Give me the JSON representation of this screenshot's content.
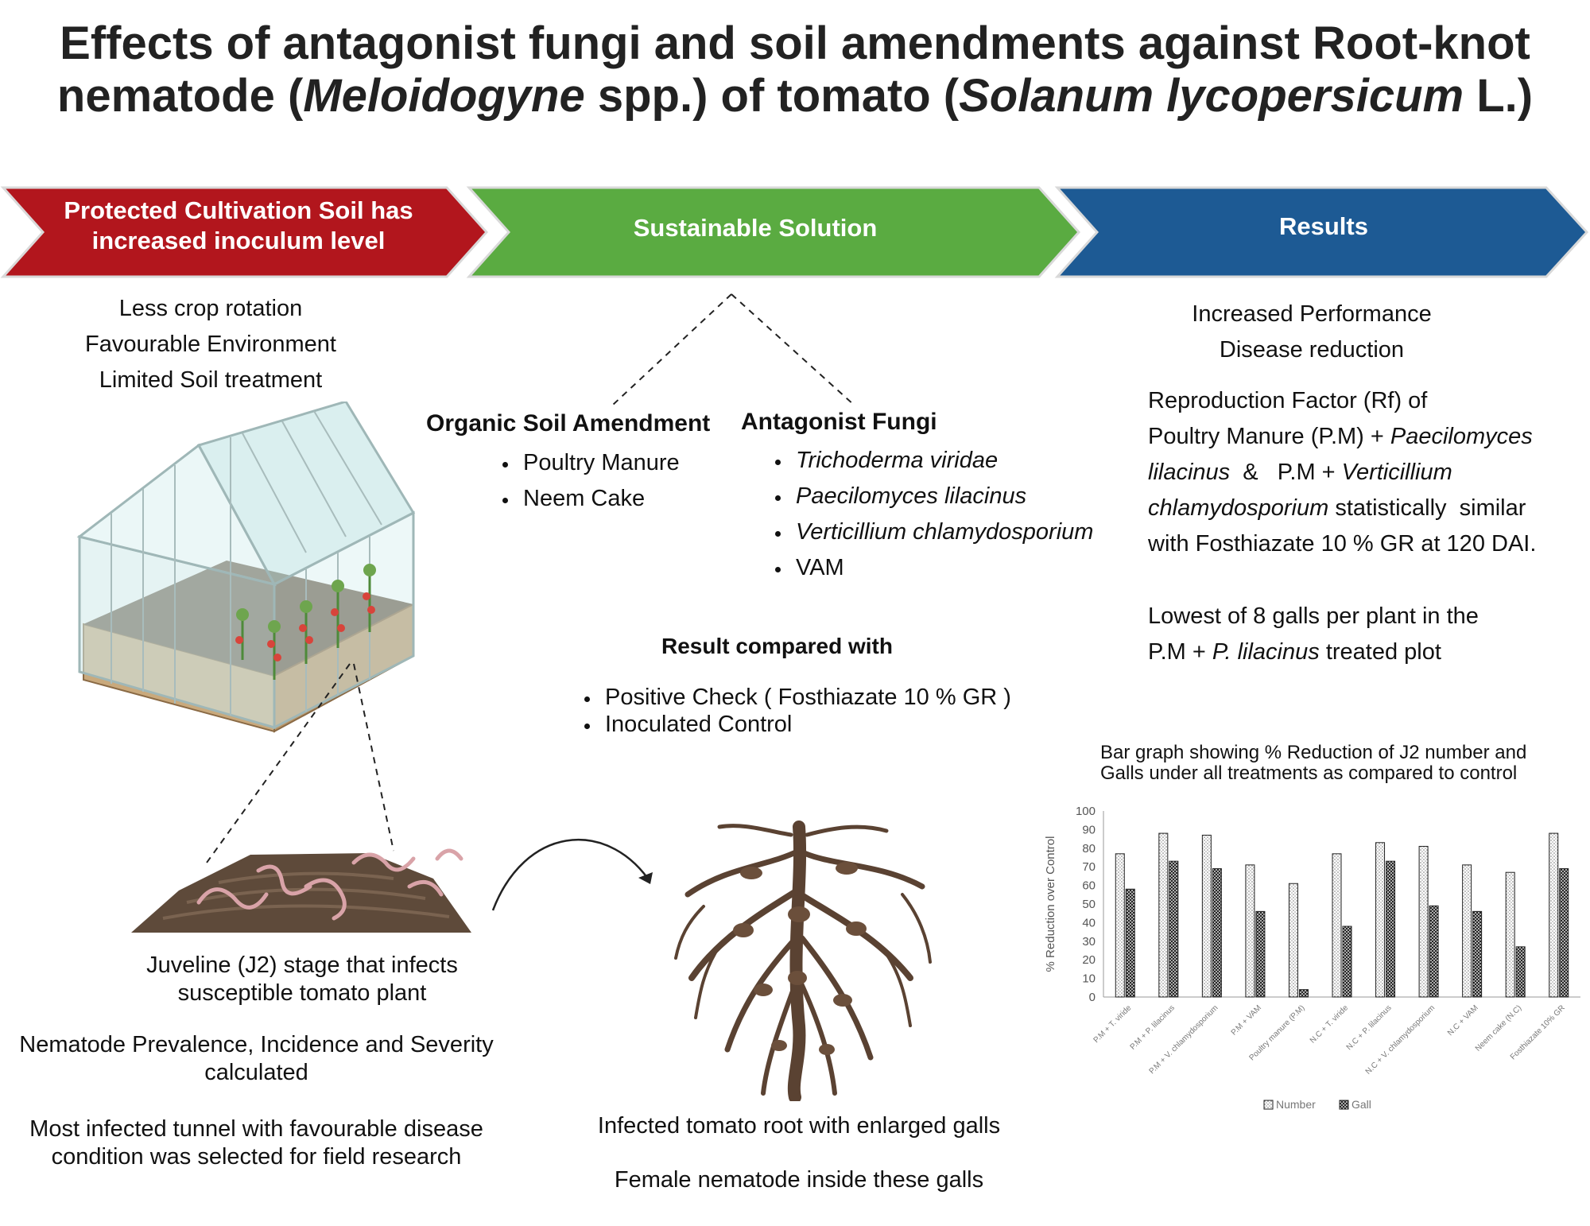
{
  "title": {
    "line1": "Effects of antagonist fungi and soil amendments against Root-knot",
    "line2_a": "nematode  (",
    "line2_b": "Meloidogyne",
    "line2_c": " spp.) of tomato (",
    "line2_d": "Solanum lycopersicum",
    "line2_e": " L.)"
  },
  "arrows": {
    "a1_line1": "Protected Cultivation Soil has",
    "a1_line2": "increased inoculum level",
    "a2": "Sustainable Solution",
    "a3": "Results",
    "colors": {
      "red": "#b2161d",
      "green": "#5aab41",
      "blue": "#1d5a94"
    }
  },
  "left": {
    "bullets": [
      "Less crop rotation",
      "Favourable Environment",
      "Limited Soil treatment"
    ],
    "j2_line1": "Juveline (J2) stage that infects",
    "j2_line2": "susceptible tomato plant",
    "prev_line1": "Nematode Prevalence, Incidence and Severity",
    "prev_line2": "calculated",
    "tunnel_line1": "Most infected tunnel with favourable disease",
    "tunnel_line2": "condition was selected for field research"
  },
  "middle": {
    "amend_heading": "Organic Soil Amendment",
    "amend_items": [
      "Poultry Manure",
      "Neem Cake"
    ],
    "fungi_heading": "Antagonist Fungi",
    "fungi_items": [
      "Trichoderma viridae",
      "Paecilomyces lilacinus",
      "Verticillium chlamydosporium",
      "VAM"
    ],
    "compare_heading": "Result compared with",
    "compare_items": [
      "Positive Check ( Fosthiazate 10 % GR )",
      "Inoculated Control"
    ],
    "root_caption1": "Infected tomato root with enlarged galls",
    "root_caption2": "Female nematode inside these galls"
  },
  "right": {
    "res1": "Increased Performance",
    "res2": "Disease reduction",
    "rf_l1": "Reproduction Factor (Rf) of",
    "rf_l2a": "Poultry Manure (P.M) + ",
    "rf_l2b": "Paecilomyces",
    "rf_l3a": "lilacinus",
    "rf_l3b": "  &   P.M + ",
    "rf_l3c": "Verticillium",
    "rf_l4a": "chlamydosporium",
    "rf_l4b": " statistically  similar",
    "rf_l5": "with Fosthiazate 10 % GR at 120 DAI.",
    "low_l1": "Lowest of 8 galls per plant in the",
    "low_l2a": "P.M + ",
    "low_l2b": "P. lilacinus",
    "low_l2c": " treated plot",
    "chart_caption1": "Bar graph showing % Reduction of J2 number and",
    "chart_caption2": "Galls under all treatments as compared to control"
  },
  "chart_data": {
    "type": "bar",
    "title": "",
    "xlabel": "",
    "ylabel": "% Reduction over Control",
    "ylim": [
      0,
      100
    ],
    "yticks": [
      0,
      10,
      20,
      30,
      40,
      50,
      60,
      70,
      80,
      90,
      100
    ],
    "categories": [
      "P.M + T. viride",
      "P.M + P. lilacinus",
      "P.M + V. chlamydosporium",
      "P.M + VAM",
      "Poultry manure (P.M)",
      "N.C + T. viride",
      "N.C + P. lilacinus",
      "N.C + V. chlamydosporium",
      "N.C + VAM",
      "Neem cake (N.C)",
      "Fosthiazate 10% GR"
    ],
    "series": [
      {
        "name": "Number",
        "values": [
          77,
          88,
          87,
          71,
          61,
          77,
          83,
          81,
          71,
          67,
          88
        ]
      },
      {
        "name": "Gall",
        "values": [
          58,
          73,
          69,
          46,
          4,
          38,
          73,
          49,
          46,
          27,
          69
        ]
      }
    ],
    "legend": "bottom"
  }
}
